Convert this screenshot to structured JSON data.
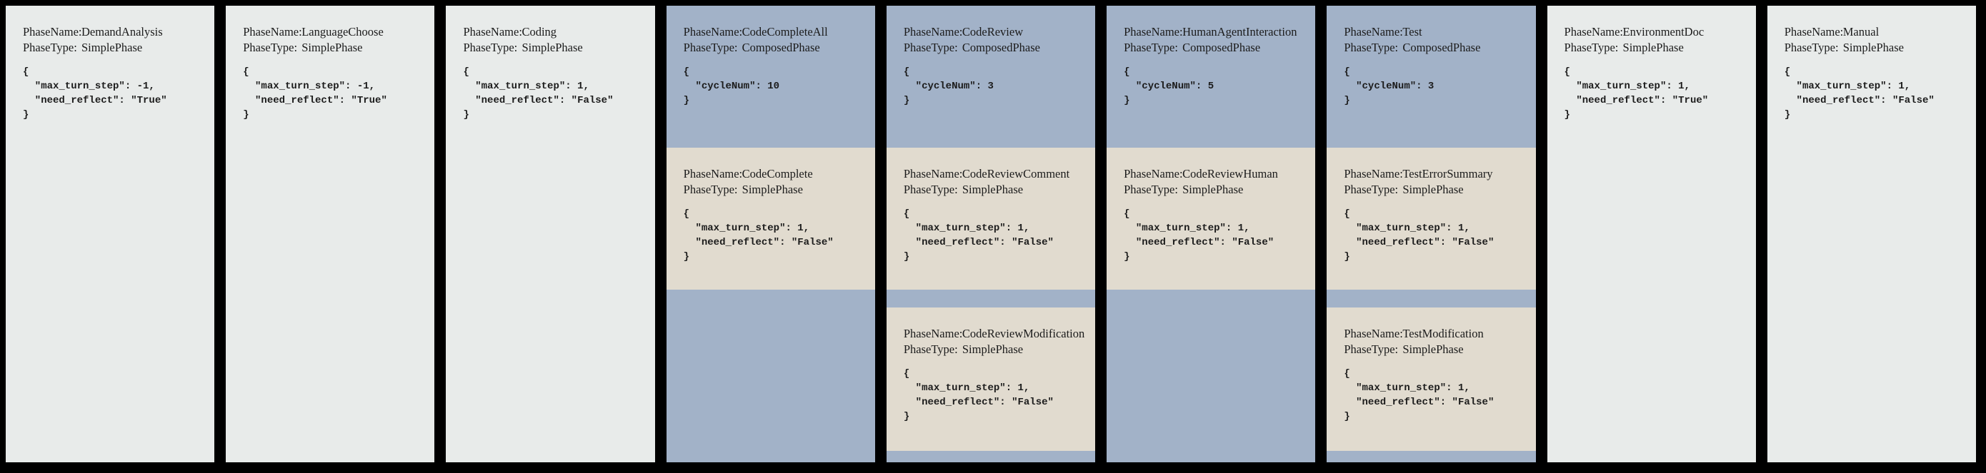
{
  "palette": {
    "background": "#000000",
    "simple_bg": "#e8ebea",
    "composed_bg": "#a2b2c8",
    "nested_bg": "#e1dbcf",
    "text": "#1b1b1b"
  },
  "labels": {
    "phase_name": "PhaseName:",
    "phase_type": "PhaseType:"
  },
  "phases": [
    {
      "name": "DemandAnalysis",
      "type": "SimplePhase",
      "config": "{\n  \"max_turn_step\": -1,\n  \"need_reflect\": \"True\"\n}",
      "children": []
    },
    {
      "name": "LanguageChoose",
      "type": "SimplePhase",
      "config": "{\n  \"max_turn_step\": -1,\n  \"need_reflect\": \"True\"\n}",
      "children": []
    },
    {
      "name": "Coding",
      "type": "SimplePhase",
      "config": "{\n  \"max_turn_step\": 1,\n  \"need_reflect\": \"False\"\n}",
      "children": []
    },
    {
      "name": "CodeCompleteAll",
      "type": "ComposedPhase",
      "config": "{\n  \"cycleNum\": 10\n}",
      "children": [
        {
          "name": "CodeComplete",
          "type": "SimplePhase",
          "config": "{\n  \"max_turn_step\": 1,\n  \"need_reflect\": \"False\"\n}"
        }
      ]
    },
    {
      "name": "CodeReview",
      "type": "ComposedPhase",
      "config": "{\n  \"cycleNum\": 3\n}",
      "children": [
        {
          "name": "CodeReviewComment",
          "type": "SimplePhase",
          "config": "{\n  \"max_turn_step\": 1,\n  \"need_reflect\": \"False\"\n}"
        },
        {
          "name": "CodeReviewModification",
          "type": "SimplePhase",
          "config": "{\n  \"max_turn_step\": 1,\n  \"need_reflect\": \"False\"\n}"
        }
      ]
    },
    {
      "name": "HumanAgentInteraction",
      "type": "ComposedPhase",
      "config": "{\n  \"cycleNum\": 5\n}",
      "children": [
        {
          "name": "CodeReviewHuman",
          "type": "SimplePhase",
          "config": "{\n  \"max_turn_step\": 1,\n  \"need_reflect\": \"False\"\n}"
        }
      ]
    },
    {
      "name": "Test",
      "type": "ComposedPhase",
      "config": "{\n  \"cycleNum\": 3\n}",
      "children": [
        {
          "name": "TestErrorSummary",
          "type": "SimplePhase",
          "config": "{\n  \"max_turn_step\": 1,\n  \"need_reflect\": \"False\"\n}"
        },
        {
          "name": "TestModification",
          "type": "SimplePhase",
          "config": "{\n  \"max_turn_step\": 1,\n  \"need_reflect\": \"False\"\n}"
        }
      ]
    },
    {
      "name": "EnvironmentDoc",
      "type": "SimplePhase",
      "config": "{\n  \"max_turn_step\": 1,\n  \"need_reflect\": \"True\"\n}",
      "children": []
    },
    {
      "name": "Manual",
      "type": "SimplePhase",
      "config": "{\n  \"max_turn_step\": 1,\n  \"need_reflect\": \"False\"\n}",
      "children": []
    }
  ]
}
